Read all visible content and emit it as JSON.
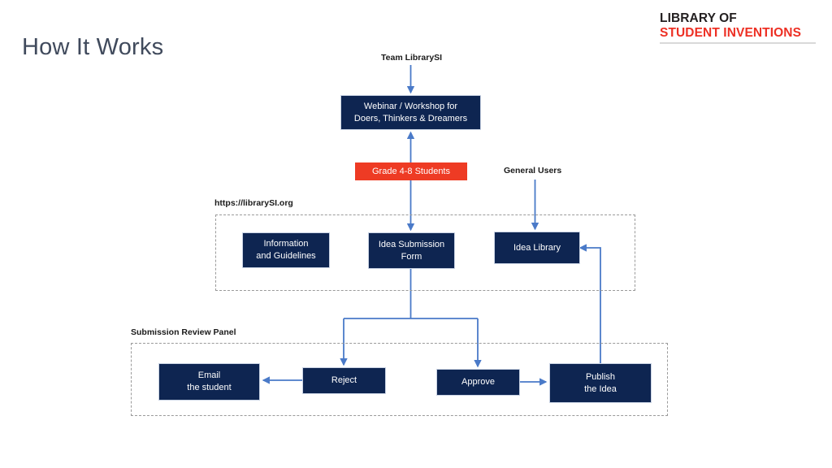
{
  "page": {
    "title": "How It Works",
    "background_color": "#ffffff",
    "title_color": "#404a5c"
  },
  "logo": {
    "line1": "LIBRARY OF",
    "line2": "STUDENT INVENTIONS",
    "line1_color": "#231f20",
    "line2_color": "#ed3024"
  },
  "colors": {
    "node_navy": "#0e2551",
    "node_red": "#ee3b24",
    "connector_blue": "#4a7ac8",
    "panel_dashed": "#9a9a9a"
  },
  "diagram": {
    "labels": {
      "team": "Team LibrarySI",
      "general_users": "General Users"
    },
    "nodes": {
      "webinar": "Webinar / Workshop for\nDoers, Thinkers & Dreamers",
      "webinar_line1": "Webinar / Workshop for",
      "webinar_line2": "Doers, Thinkers & Dreamers",
      "students": "Grade 4-8 Students",
      "information_line1": "Information",
      "information_line2": "and Guidelines",
      "idea_form_line1": "Idea Submission",
      "idea_form_line2": "Form",
      "idea_library": "Idea Library",
      "email_line1": "Email",
      "email_line2": "the student",
      "reject": "Reject",
      "approve": "Approve",
      "publish_line1": "Publish",
      "publish_line2": "the Idea"
    },
    "panels": {
      "website": "https://librarySI.org",
      "review": "Submission Review Panel"
    }
  }
}
